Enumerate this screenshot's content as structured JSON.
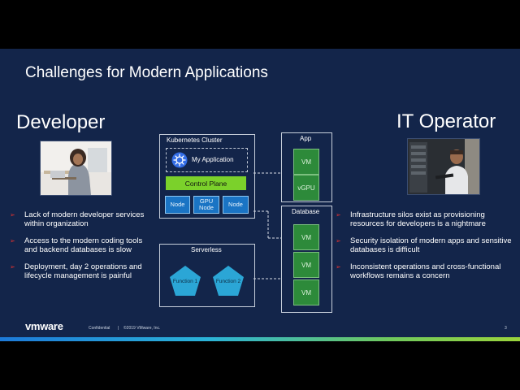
{
  "slide": {
    "title": "Challenges for Modern Applications",
    "developer": {
      "heading": "Developer",
      "bullets": [
        "Lack of modern developer services within organization",
        "Access to the modern coding tools and backend databases is slow",
        "Deployment, day 2 operations and lifecycle management is painful"
      ]
    },
    "operator": {
      "heading": "IT Operator",
      "bullets": [
        "Infrastructure silos exist as provisioning resources for developers is a nightmare",
        "Security isolation of modern apps and sensitive databases is difficult",
        "Inconsistent operations and cross-functional workflows remains a concern"
      ]
    },
    "diagram": {
      "kubernetes_label": "Kubernetes Cluster",
      "my_app_label": "My Application",
      "control_plane_label": "Control Plane",
      "nodes": [
        "Node",
        "GPU Node",
        "Node"
      ],
      "serverless_label": "Serverless",
      "functions": [
        "Function 1",
        "Function 2"
      ],
      "app_label": "App",
      "app_items": [
        "VM",
        "vGPU"
      ],
      "database_label": "Database",
      "database_items": [
        "VM",
        "VM",
        "VM"
      ]
    },
    "footer": {
      "logo": "vmware",
      "confidential": "Confidential",
      "copyright": "©2019 VMware, Inc.",
      "page_number": "3"
    },
    "colors": {
      "background": "#13254a",
      "bullet_arrow": "#e8312f",
      "control_plane": "#7bd12b",
      "node": "#1a74c4",
      "vm": "#2d8a3a",
      "function": "#2ba6d6"
    },
    "icons": {
      "bullet": "arrow-right-icon",
      "kubernetes": "kubernetes-helm-icon"
    }
  }
}
